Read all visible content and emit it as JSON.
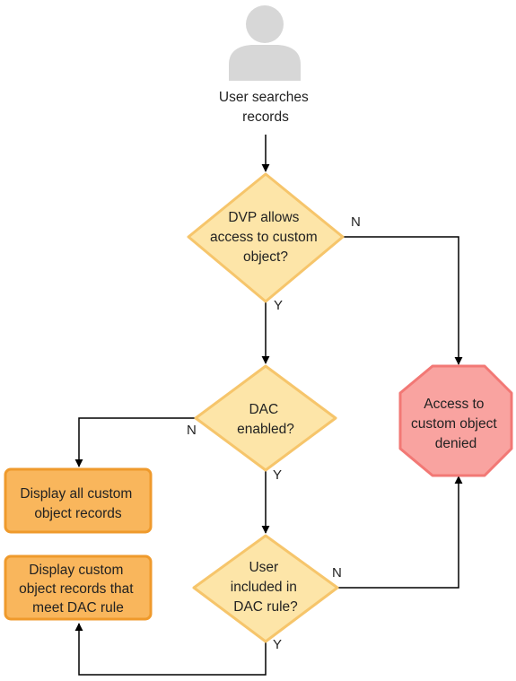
{
  "colors": {
    "decision_fill": "#fde5a8",
    "decision_stroke": "#f6c56b",
    "process_fill": "#f9b65c",
    "process_stroke": "#ef9a2c",
    "stop_fill": "#f9a3a0",
    "stop_stroke": "#f27875",
    "connector": "#000000",
    "user_icon": "#d7d7d7"
  },
  "icons": {
    "start": "user-icon"
  },
  "nodes": {
    "start": {
      "lines": [
        "User searches",
        "records"
      ]
    },
    "dvp": {
      "lines": [
        "DVP allows",
        "access to custom",
        "object?"
      ]
    },
    "dac": {
      "lines": [
        "DAC",
        "enabled?"
      ]
    },
    "rule": {
      "lines": [
        "User",
        "included in",
        "DAC rule?"
      ]
    },
    "denied": {
      "lines": [
        "Access to",
        "custom object",
        "denied"
      ]
    },
    "display_all": {
      "lines": [
        "Display all custom",
        "object records"
      ]
    },
    "display_rule": {
      "lines": [
        "Display custom",
        "object records that",
        "meet DAC rule"
      ]
    }
  },
  "edge_labels": {
    "dvp_no": "N",
    "dvp_yes": "Y",
    "dac_no": "N",
    "dac_yes": "Y",
    "rule_no": "N",
    "rule_yes": "Y"
  }
}
